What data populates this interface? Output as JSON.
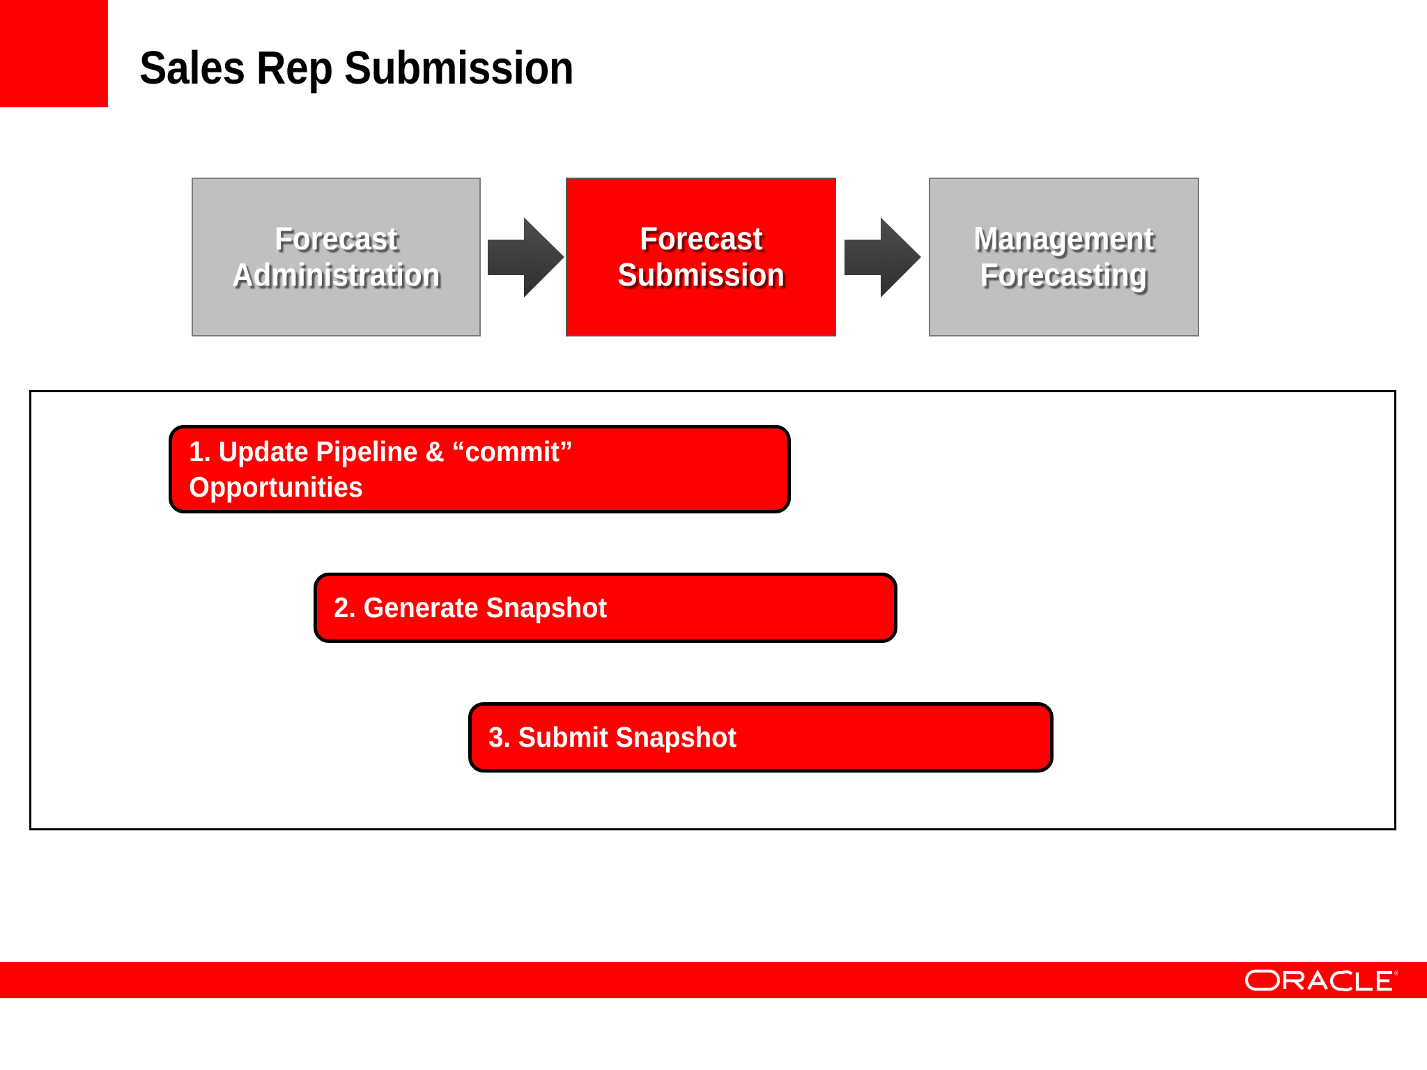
{
  "slide": {
    "title": "Sales Rep Submission",
    "accent_color": "#FE0000",
    "gray_color": "#C0C0C0",
    "arrow_color": "#3F3F3F"
  },
  "flow": {
    "boxes": [
      {
        "label": "Forecast\nAdministration",
        "style": "gray",
        "highlighted": false
      },
      {
        "label": "Forecast\nSubmission",
        "style": "red",
        "highlighted": true
      },
      {
        "label": "Management\nForecasting",
        "style": "gray",
        "highlighted": false
      }
    ],
    "arrows": [
      {
        "name": "arrow-right-1",
        "direction": "right"
      },
      {
        "name": "arrow-right-2",
        "direction": "right"
      }
    ]
  },
  "steps": [
    {
      "label": "1. Update Pipeline & “commit”\nOpportunities"
    },
    {
      "label": "2. Generate Snapshot"
    },
    {
      "label": "3. Submit Snapshot"
    }
  ],
  "footer": {
    "brand": "ORACLE",
    "trademark": "®"
  }
}
